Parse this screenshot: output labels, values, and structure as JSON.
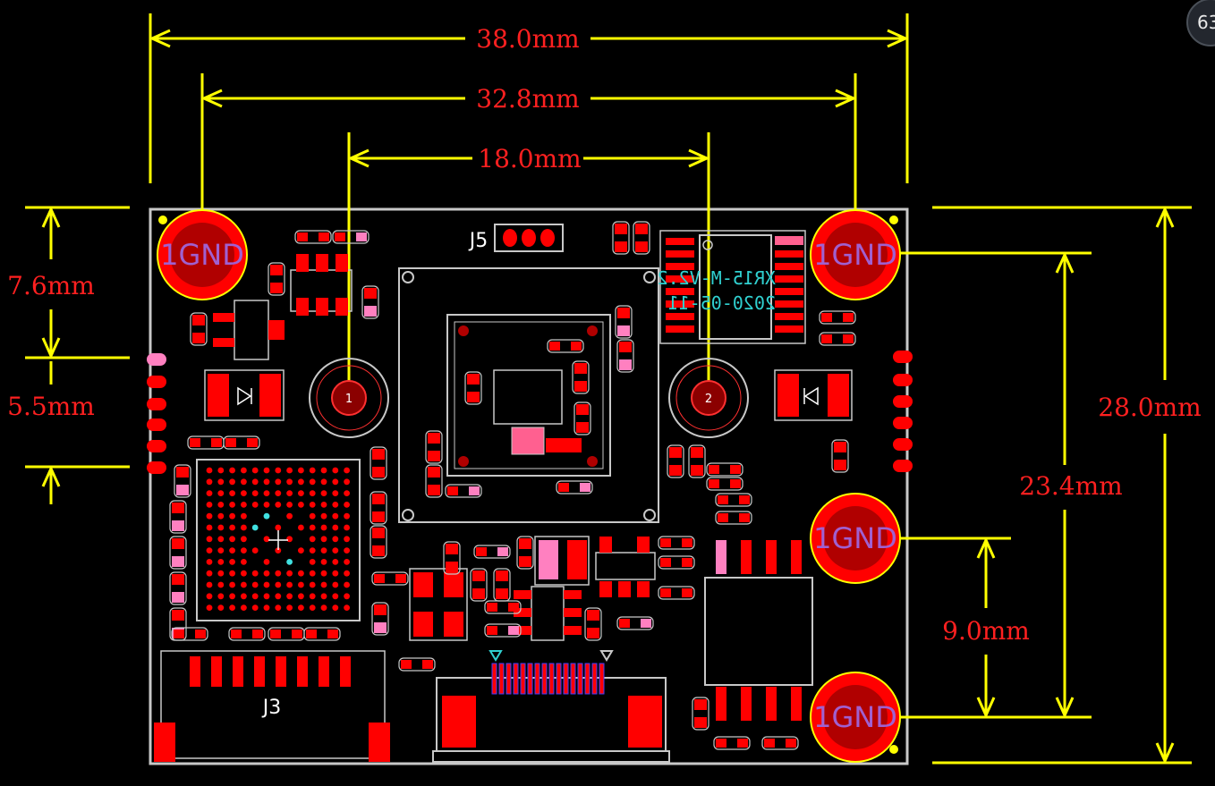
{
  "dimensions": {
    "width_38": "38.0mm",
    "width_32_8": "32.8mm",
    "width_18": "18.0mm",
    "height_7_6": "7.6mm",
    "height_5_5": "5.5mm",
    "height_28": "28.0mm",
    "height_23_4": "23.4mm",
    "height_9": "9.0mm"
  },
  "labels": {
    "gnd": "1GND",
    "j5": "J5",
    "j3": "J3",
    "hole1": "1",
    "hole2": "2",
    "silk_line1": "XR15-M-V2.2",
    "silk_line2": "2020-05-11",
    "zoom": "63"
  },
  "colors": {
    "dimension_line": "#ffff00",
    "dimension_text": "#ff2020",
    "outline": "#c8c8c8",
    "pad": "#ff0000",
    "board": "#000000"
  }
}
